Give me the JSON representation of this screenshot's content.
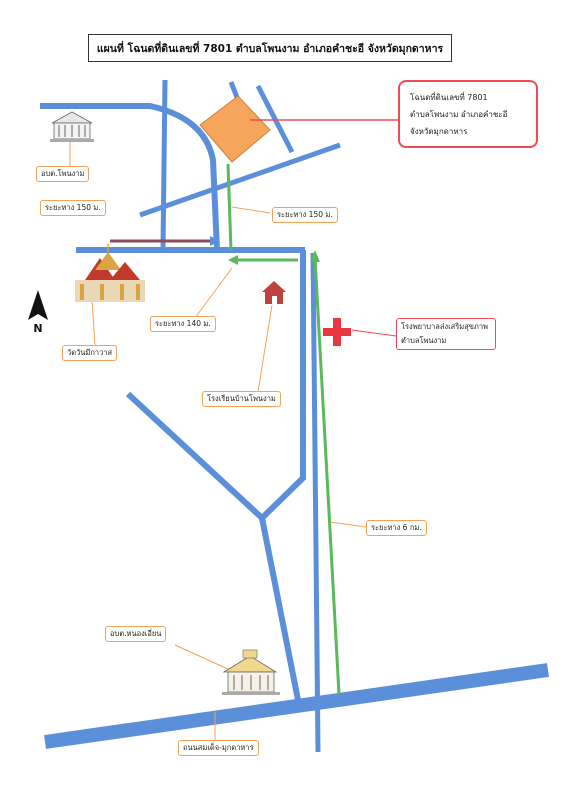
{
  "title": "แผนที่ โฉนดที่ดินเลขที่ 7801 ตำบลโพนงาม อำเภอคำชะอี จังหวัดมุกดาหาร",
  "parcel_callout": {
    "line1": "โฉนดที่ดินเลขที่ 7801",
    "line2": "ตำบลโพนงาม อำเภอคำชะอี",
    "line3": "จังหวัดมุกดาหาร"
  },
  "labels": {
    "obt_phon_ngam": "อบต.โพนงาม",
    "distance_150_left": "ระยะทาง 150 ม.",
    "distance_150_right": "ระยะทาง 150 ม.",
    "distance_140": "ระยะทาง 140 ม.",
    "temple": "วัดวันมีกาวาส",
    "school": "โรงเรียนบ้านโพนงาม",
    "hospital": "โรงพยาบาลส่งเสริมสุขภาพตำบลโพนงาม",
    "distance_6km": "ระยะทาง 6 กม.",
    "obt_nong_ian": "อบต.หนองเอี่ยน",
    "highway": "ถนนสมเด็จ-มุกดาหาร",
    "north": "N"
  },
  "colors": {
    "road": "#5b8fd9",
    "route": "#5cb85c",
    "parcel": "#f5a55c",
    "callout_border": "#ef4a56",
    "label_border": "#f2a25b",
    "hospital_cross": "#e8373f",
    "school_house": "#c04040"
  }
}
